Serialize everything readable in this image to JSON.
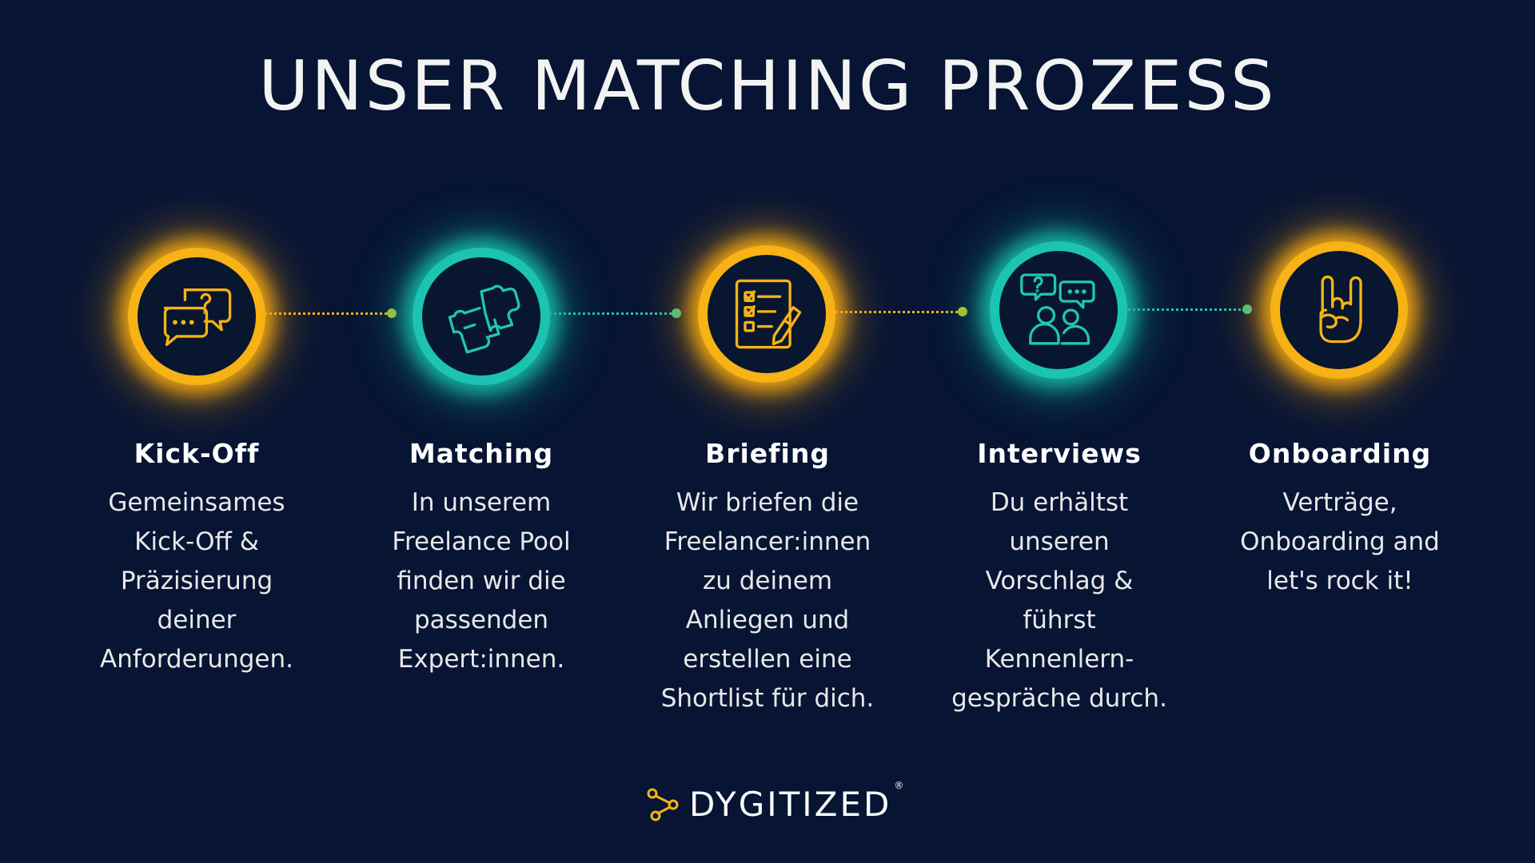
{
  "title": "UNSER MATCHING PROZESS",
  "colors": {
    "background": "#071433",
    "amber": "#f7b215",
    "teal": "#1cc4b0",
    "icon_amber": "#f6b315",
    "icon_teal": "#21c5b4",
    "connector_dot": "#7ecc56"
  },
  "steps": [
    {
      "title": "Kick-Off",
      "description": "Gemeinsames\nKick-Off &\nPräzisierung\ndeiner\nAnforderungen.",
      "icon": "chat-question-icon",
      "color": "amber"
    },
    {
      "title": "Matching",
      "description": "In unserem\nFreelance Pool\nfinden wir die\npassenden\nExpert:innen.",
      "icon": "puzzle-icon",
      "color": "teal"
    },
    {
      "title": "Briefing",
      "description": "Wir briefen die\nFreelancer:innen\nzu deinem\nAnliegen und\nerstellen eine\nShortlist für dich.",
      "icon": "checklist-pencil-icon",
      "color": "amber"
    },
    {
      "title": "Interviews",
      "description": "Du erhältst\nunseren\nVorschlag &\nführst\nKennenlern-\ngespräche durch.",
      "icon": "people-chat-icon",
      "color": "teal"
    },
    {
      "title": "Onboarding",
      "description": "Verträge,\nOnboarding and\nlet's rock it!",
      "icon": "rock-hand-icon",
      "color": "amber"
    }
  ],
  "logo": {
    "text": "DYGITIZED",
    "registered": "®"
  }
}
